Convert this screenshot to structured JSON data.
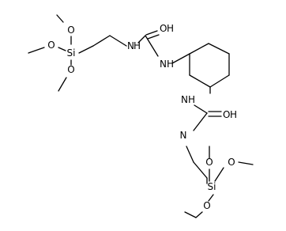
{
  "molecule": {
    "atoms": {
      "o_top_1": "O",
      "o_top_2": "O",
      "o_top_3": "O",
      "si_top": "Si",
      "nh_top_chain": "N",
      "h_top_chain": "H",
      "o_top_carbonyl": "O",
      "h_top_carbonyl": "H",
      "nh_top_ring": "N",
      "h_top_ring": "H",
      "nh_mid_ring": "N",
      "h_mid_ring": "H",
      "o_mid_carbonyl": "O",
      "h_mid_carbonyl": "H",
      "n_bottom_chain": "N",
      "o_bottom_1": "O",
      "o_bottom_2": "O",
      "si_bottom": "Si",
      "o_bottom_3": "O"
    }
  }
}
